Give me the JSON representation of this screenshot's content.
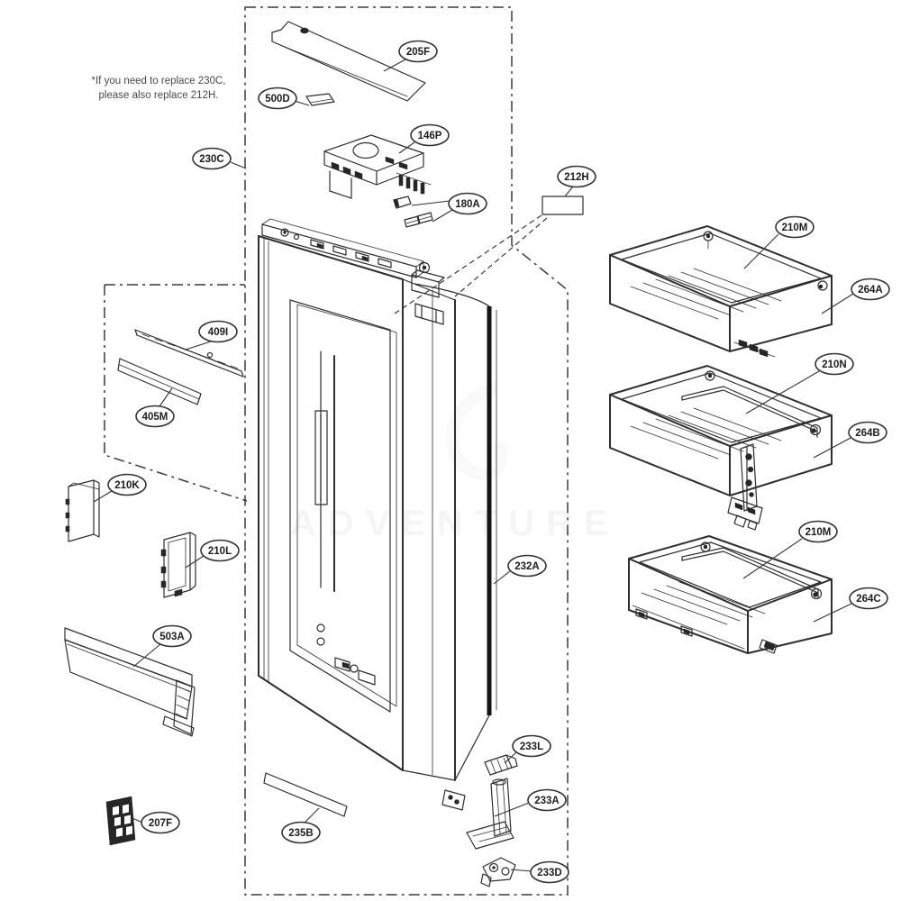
{
  "note": {
    "line1": "*If you need to replace 230C,",
    "line2": "please also replace 212H."
  },
  "watermark_text": "ADVENTURE",
  "callouts": {
    "c205F": "205F",
    "c500D": "500D",
    "c146P": "146P",
    "c180A": "180A",
    "c212H": "212H",
    "c230C": "230C",
    "c210M_top": "210M",
    "c264A": "264A",
    "c210N": "210N",
    "c264B": "264B",
    "c210M_bot": "210M",
    "c264C": "264C",
    "c409I": "409I",
    "c405M": "405M",
    "c210K": "210K",
    "c210L": "210L",
    "c503A": "503A",
    "c232A": "232A",
    "c233L": "233L",
    "c233A": "233A",
    "c233D": "233D",
    "c207F": "207F",
    "c235B": "235B"
  }
}
